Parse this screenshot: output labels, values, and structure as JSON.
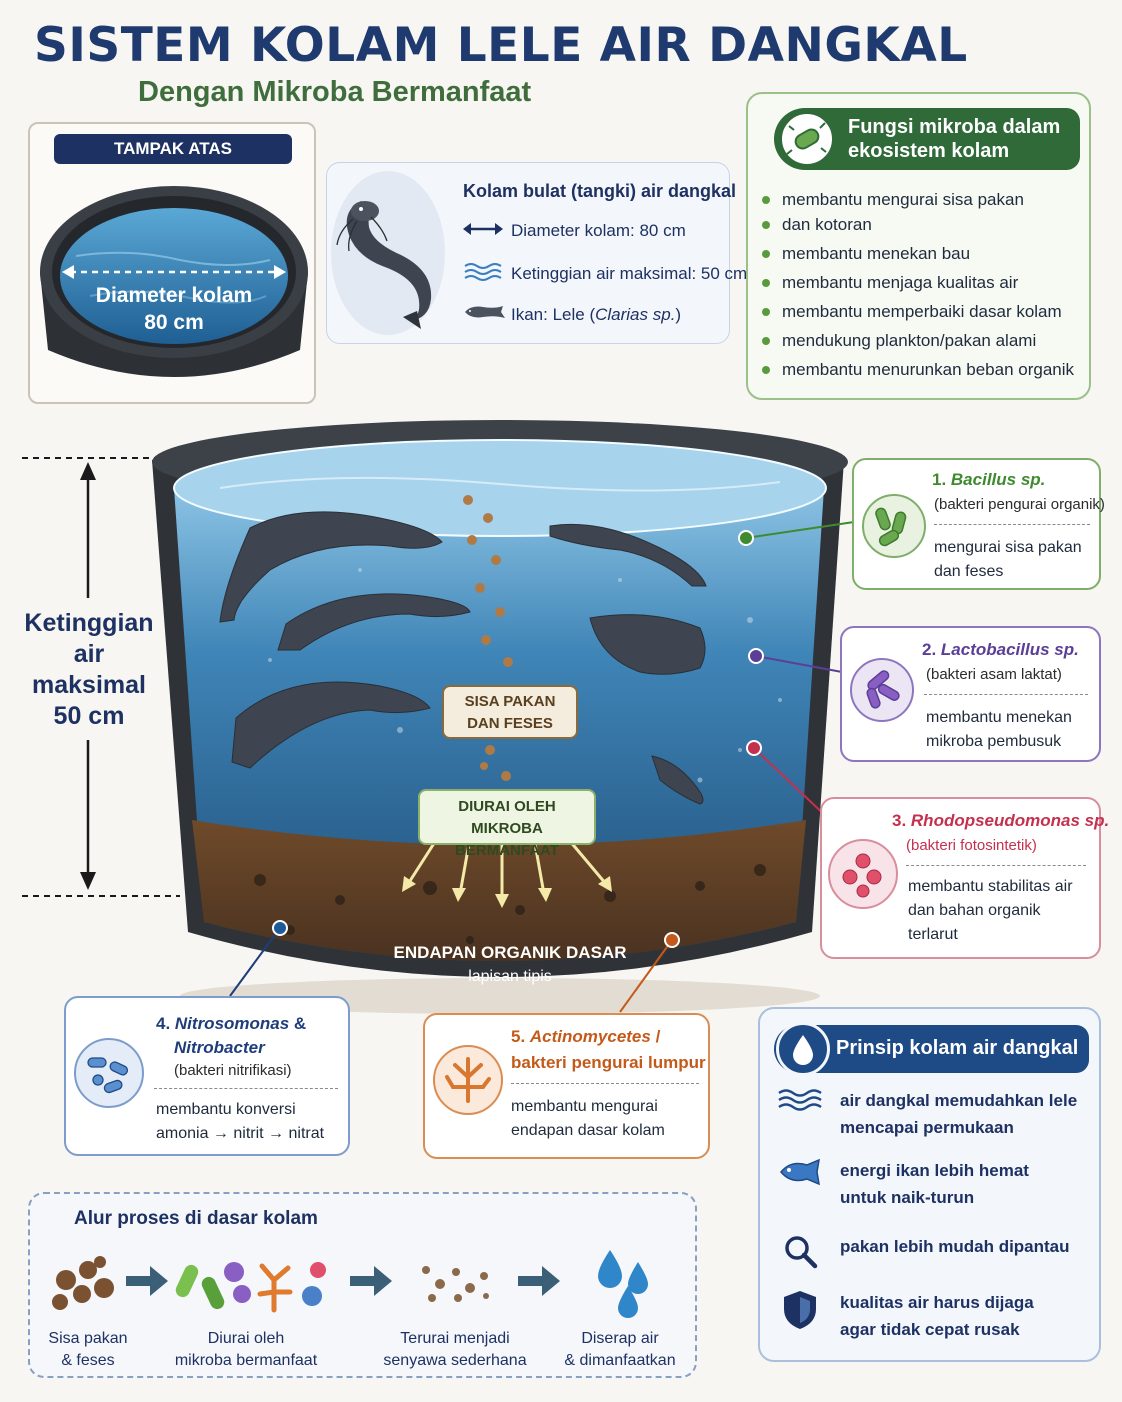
{
  "header": {
    "title": "SISTEM KOLAM LELE AIR DANGKAL",
    "subtitle": "Dengan Mikroba Bermanfaat"
  },
  "top_view": {
    "label": "TAMPAK ATAS",
    "diameter_line1": "Diameter kolam",
    "diameter_line2": "80 cm"
  },
  "info": {
    "title": "Kolam bulat (tangki) air dangkal",
    "diameter": "Diameter kolam: 80 cm",
    "height": "Ketinggian air maksimal: 50 cm",
    "fish_prefix": "Ikan: Lele (",
    "fish_species": "Clarias sp.",
    "fish_suffix": ")"
  },
  "functions": {
    "title_line1": "Fungsi mikroba dalam",
    "title_line2": "ekosistem kolam",
    "items": [
      "membantu mengurai sisa pakan",
      "dan kotoran",
      "membantu menekan bau",
      "membantu menjaga kualitas air",
      "membantu memperbaiki dasar kolam",
      "mendukung plankton/pakan alami",
      "membantu menurunkan beban organik"
    ]
  },
  "height_label": {
    "line1": "Ketinggian",
    "line2": "air",
    "line3": "maksimal",
    "line4": "50 cm"
  },
  "pond": {
    "feed_label_1": "SISA PAKAN",
    "feed_label_2": "DAN FESES",
    "decomposed_1": "DIURAI OLEH",
    "decomposed_2": "MIKROBA BERMANFAAT",
    "sediment_1": "ENDAPAN ORGANIK DASAR",
    "sediment_2": "lapisan tipis"
  },
  "microbes": {
    "bacillus": {
      "num": "1. ",
      "name": "Bacillus sp.",
      "sub": "(bakteri pengurai organik)",
      "desc1": "mengurai sisa pakan",
      "desc2": "dan feses",
      "color": "#3f8a2e"
    },
    "lacto": {
      "num": "2. ",
      "name": "Lactobacillus sp.",
      "sub": "(bakteri asam laktat)",
      "desc1": "membantu menekan",
      "desc2": "mikroba pembusuk",
      "color": "#5b3f96"
    },
    "rhodo": {
      "num": "3. ",
      "name": "Rhodopseudomonas sp.",
      "sub": "(bakteri fotosintetik)",
      "desc1": "membantu stabilitas air",
      "desc2": "dan bahan organik",
      "desc3": "terlarut",
      "color": "#c4314f"
    },
    "nitro": {
      "num": "4. ",
      "name1": "Nitrosomonas",
      "amp": " &",
      "name2": "Nitrobacter",
      "sub": "(bakteri nitrifikasi)",
      "desc1": "membantu konversi",
      "desc2": "amonia → nitrit → nitrat",
      "color": "#1e3d7a"
    },
    "actino": {
      "num": "5. ",
      "name": "Actinomycetes",
      "slash": " /",
      "line2": "bakteri pengurai lumpur",
      "desc1": "membantu mengurai",
      "desc2": "endapan dasar kolam",
      "color": "#c45a1a"
    }
  },
  "principles": {
    "title": "Prinsip kolam air dangkal",
    "items": [
      {
        "l1": "air dangkal memudahkan lele",
        "l2": "mencapai permukaan",
        "icon": "waves-icon"
      },
      {
        "l1": "energi ikan lebih hemat",
        "l2": "untuk naik-turun",
        "icon": "fish-icon"
      },
      {
        "l1": "pakan lebih mudah dipantau",
        "l2": "",
        "icon": "magnifier-icon"
      },
      {
        "l1": "kualitas air harus dijaga",
        "l2": "agar tidak cepat rusak",
        "icon": "shield-icon"
      }
    ]
  },
  "process": {
    "title": "Alur proses di dasar kolam",
    "steps": [
      {
        "l1": "Sisa pakan",
        "l2": "& feses"
      },
      {
        "l1": "Diurai oleh",
        "l2": "mikroba bermanfaat"
      },
      {
        "l1": "Terurai menjadi",
        "l2": "senyawa sederhana"
      },
      {
        "l1": "Diserap air",
        "l2": "& dimanfaatkan"
      }
    ]
  }
}
